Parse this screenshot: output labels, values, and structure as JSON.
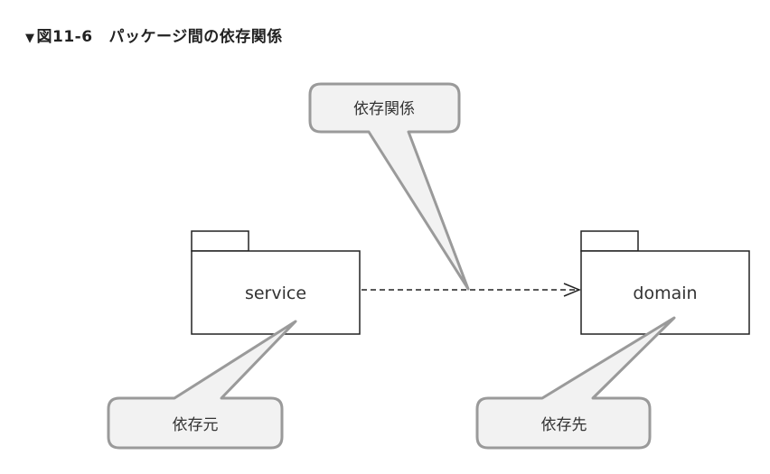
{
  "figure": {
    "marker": "▼",
    "number": "図11-6",
    "caption": "パッケージ間の依存関係"
  },
  "packages": {
    "source": {
      "name": "service"
    },
    "target": {
      "name": "domain"
    }
  },
  "callouts": {
    "dependency": "依存関係",
    "source": "依存元",
    "target": "依存先"
  },
  "colors": {
    "line": "#222222",
    "callout_fill": "#f2f2f2",
    "callout_stroke": "#9a9a9a"
  }
}
